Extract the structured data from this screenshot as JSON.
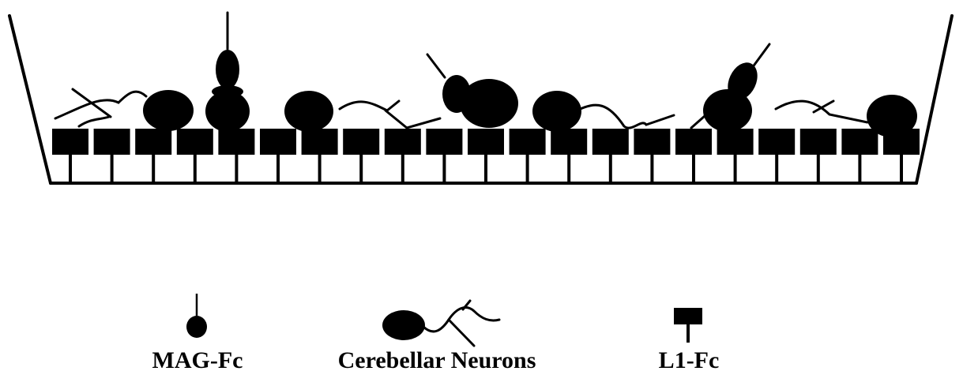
{
  "legend": {
    "mag_label": "MAG-Fc",
    "neurons_label": "Cerebellar Neurons",
    "l1_label": "L1-Fc"
  },
  "colors": {
    "ink": "#000000",
    "background": "#ffffff"
  },
  "icons": {
    "mag": "mag-fc-icon",
    "neuron": "cerebellar-neuron-icon",
    "l1": "l1-fc-icon"
  }
}
